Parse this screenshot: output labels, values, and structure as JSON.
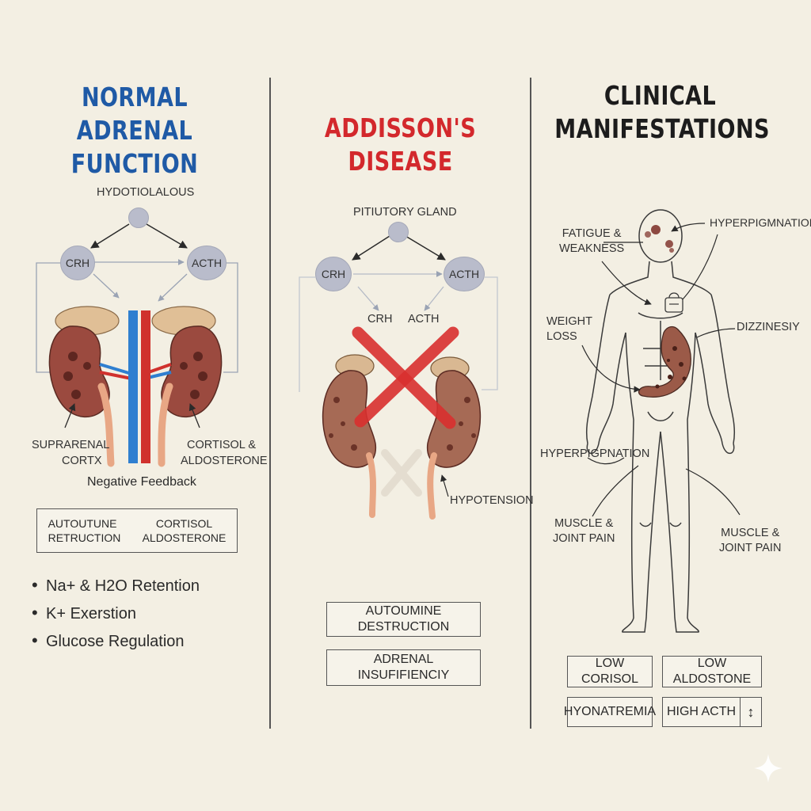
{
  "colors": {
    "blue": "#1f5aa6",
    "red": "#d3282c",
    "ink": "#2a2a2a",
    "kidney": "#9b4a3f",
    "artery": "#d0312d",
    "vein": "#2f7fd0",
    "cross": "#d9302f"
  },
  "normal": {
    "title_line1": "NORMAL",
    "title_line2": "ADRENAL FUNCTION",
    "hypothalamus_label": "HYDOTIOLALOUS",
    "crh_node": "CRH",
    "acth_node": "ACTH",
    "left_kidney_label_l1": "SUPRARENAL",
    "left_kidney_label_l2": "CORTX",
    "right_kidney_label_l1": "CORTISOL &",
    "right_kidney_label_l2": "ALDOSTERONE",
    "feedback_label": "Negative Feedback",
    "box_left_l1": "AUTOUTUNE",
    "box_left_l2": "RETRUCTION",
    "box_right_l1": "CORTISOL",
    "box_right_l2": "ALDOSTERONE",
    "bullets": [
      "Na+ & H2O Retention",
      "K+ Exerstion",
      "Glucose Regulation"
    ]
  },
  "addison": {
    "title": "ADDISSON'S DISEASE",
    "pituitary_label": "PITIUTORY GLAND",
    "crh_node": "CRH",
    "acth_node": "ACTH",
    "crh_text": "CRH",
    "acth_text": "ACTH",
    "hypotension_label": "HYPOTENSION",
    "box1": "AUTOUMINE DESTRUCTION",
    "box2": "ADRENAL INSUFIFIENCIY"
  },
  "clinical": {
    "title_line1": "CLINICAL",
    "title_line2": "MANIFESTATIONS",
    "fatigue_l1": "FATIGUE &",
    "fatigue_l2": "WEAKNESS",
    "hyperpig_top": "HYPERPIGMNATION",
    "weight_l1": "WEIGHT",
    "weight_l2": "LOSS",
    "dizziness": "DIZZINESIY",
    "hyperpig_mid": "HYPERPIGPNATION",
    "muscle_left_l1": "MUSCLE &",
    "muscle_left_l2": "JOINT PAIN",
    "muscle_right_l1": "MUSCLE &",
    "muscle_right_l2": "JOINT PAIN",
    "box_low_cortisol": "LOW CORISOL",
    "box_low_aldo": "LOW ALDOSTONE",
    "box_hypona": "HYONATREMIA",
    "box_high_acth": "HIGH ACTH",
    "arrow_glyph": "↕"
  }
}
